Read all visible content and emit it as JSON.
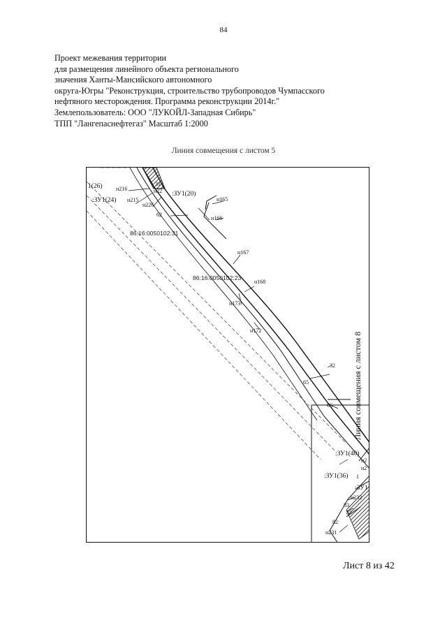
{
  "page_number": "84",
  "header_lines": [
    "Проект межевания территории",
    "для размещения линейного объекта регионального",
    "значения Ханты-Мансийского автономного",
    "округа-Югры \"Реконструкция, строительство трубопроводов Чумпасского",
    "нефтяного месторождения. Программа реконструкции 2014г.\"",
    "Землепользователь: ООО \"ЛУКОЙЛ-Западная Сибирь\"",
    "ТПП \"Лангепаснефтегаз\" Масштаб 1:2000"
  ],
  "map": {
    "top_caption": "Линия совмещения с листом 5",
    "side_caption": "Линия совмещения с листом 8",
    "cadastral": [
      "86:16:0050102:31",
      "86:16:0050102:23"
    ],
    "parcels": [
      "1(26)",
      ":ЗУ1(24)",
      ":ЗУ1(20)",
      ":ЗУ1(40)",
      ":ЗУ1(36)",
      ":ЗУ1"
    ],
    "points": [
      "н216",
      "н215",
      "н22",
      "н226",
      "62",
      "н165",
      "н166",
      "н167",
      "н168",
      "н173",
      "н172",
      "32",
      "65",
      "66",
      "н2",
      "1",
      "н2",
      "н232",
      "83",
      "87",
      "82",
      "н231",
      "31"
    ]
  },
  "footer": "Лист 8 из 42"
}
